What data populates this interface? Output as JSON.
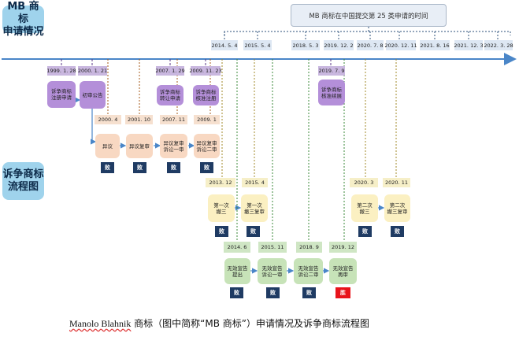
{
  "labels": {
    "application_section": [
      "MB 商标",
      "申请情况"
    ],
    "dispute_section": [
      "诉争商标",
      "流程图"
    ],
    "top_title": "MB 商标在中国提交第 25 类申请的时间"
  },
  "timeline_dates": [
    "2014. 5. 4",
    "2015. 5. 4",
    "2018. 5. 3",
    "2019. 12. 2",
    "2020. 7. 8",
    "2020. 12. 11",
    "2021. 8. 16",
    "2021. 12. 3",
    "2022. 3. 28"
  ],
  "disputed_events": [
    {
      "date": "1999. 1. 28",
      "label": "诉争商标\n注册申请"
    },
    {
      "date": "2000. 1. 21",
      "label": "初审公告"
    },
    {
      "date": "2007. 1. 29",
      "label": "诉争商标\n转让申请"
    },
    {
      "date": "2009. 11. 23",
      "label": "诉争商标\n核准注册"
    },
    {
      "date": "2019. 7. 9",
      "label": "诉争商标\n核准续展"
    }
  ],
  "opposition_steps": [
    {
      "date": "2000. 4",
      "label": "异议",
      "result": "败"
    },
    {
      "date": "2001. 10",
      "label": "异议复审",
      "result": "败"
    },
    {
      "date": "2007. 11",
      "label": "异议复审\n诉讼一审",
      "result": "败"
    },
    {
      "date": "2009. 1",
      "label": "异议复审\n诉讼二审",
      "result": "败"
    }
  ],
  "dispute_steps": [
    {
      "date": "2013. 12",
      "label": "第一次\n撤三",
      "result": "败"
    },
    {
      "date": "2015. 4",
      "label": "第一次\n撤三复审",
      "result": "败"
    },
    {
      "date": "2020. 3",
      "label": "第二次\n撤三",
      "result": "败"
    },
    {
      "date": "2020. 11",
      "label": "第二次\n撤三复审",
      "result": "败"
    }
  ],
  "invalidation_steps": [
    {
      "date": "2014. 6",
      "label": "无效宣告\n提出",
      "result": "败"
    },
    {
      "date": "2015. 11",
      "label": "无效宣告\n诉讼一审",
      "result": "败"
    },
    {
      "date": "2018. 9",
      "label": "无效宣告\n诉讼二审",
      "result": "败"
    },
    {
      "date": "2019. 12",
      "label": "无效宣告\n再审",
      "result": "胜"
    }
  ],
  "caption_brand": "Manolo Blahnik",
  "caption_text": " 商标（图中简称“MB 商标”）申请情况及诉争商标流程图",
  "colors": {
    "axis": "#4a86c8",
    "loss": "#1f3b63",
    "win": "#e8141b",
    "section": "#9fd3ec"
  }
}
